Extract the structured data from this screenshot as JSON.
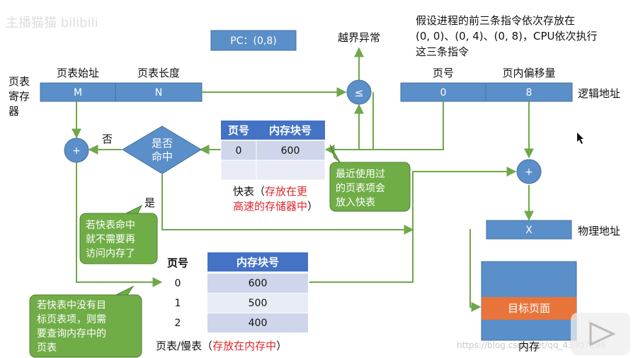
{
  "watermark_top": "主播猫猫 bilibili",
  "watermark_bottom": "https://blog.csdn.net/qq_43907296",
  "pc": "PC：(0,8)",
  "overflow_label": "越界异常",
  "compare_symbol": "≤",
  "plus_symbol": "+",
  "note_top": [
    "假设进程的前三条指令依次存放在",
    "(0, 0)、(0, 4)、(0, 8)，CPU依次执行",
    "这三条指令"
  ],
  "page_table_register": {
    "side_label": [
      "页表",
      "寄存",
      "器"
    ],
    "start_header": "页表始址",
    "length_header": "页表长度",
    "start_value": "M",
    "length_value": "N"
  },
  "logical_address": {
    "page_header": "页号",
    "offset_header": "页内偏移量",
    "page_value": "0",
    "offset_value": "8",
    "label": "逻辑地址"
  },
  "decision": {
    "text": [
      "是否",
      "命中"
    ],
    "no_label": "否",
    "yes_label": "是"
  },
  "tlb": {
    "headers": [
      "页号",
      "内存块号"
    ],
    "rows": [
      [
        "0",
        "600"
      ],
      [
        "",
        ""
      ]
    ],
    "caption_prefix": "快表（",
    "caption_red1": "存放在更",
    "caption_red2": "高速的存储器中",
    "caption_suffix": "）"
  },
  "callouts": {
    "recent": [
      "最近使用过",
      "的页表项会",
      "放入快表"
    ],
    "hit": [
      "若快表命中",
      "就不需要再",
      "访问内存了"
    ],
    "miss": [
      "若快表中没有目",
      "标页表项，则需",
      "要查询内存中的",
      "页表"
    ]
  },
  "page_table": {
    "page_header": "页号",
    "block_header": "内存块号",
    "rows": [
      [
        "0",
        "600"
      ],
      [
        "1",
        "500"
      ],
      [
        "2",
        "400"
      ]
    ],
    "caption_prefix": "页表/慢表（",
    "caption_red": "存放在内存中",
    "caption_suffix": "）"
  },
  "physical_address": {
    "value": "X",
    "label": "物理地址"
  },
  "memory": {
    "target_page": "目标页面",
    "label": "内存"
  },
  "colors": {
    "blue_box": "#5B8FC9",
    "blue_border": "#41719C",
    "header_blue": "#4472C4",
    "light_row1": "#CFD5EA",
    "light_row2": "#E9EBF5",
    "callout_green": "#70AD47",
    "callout_border": "#507E32",
    "arrow_green": "#6FA84A",
    "target_orange": "#E8743B",
    "red_text": "#E0262B"
  }
}
